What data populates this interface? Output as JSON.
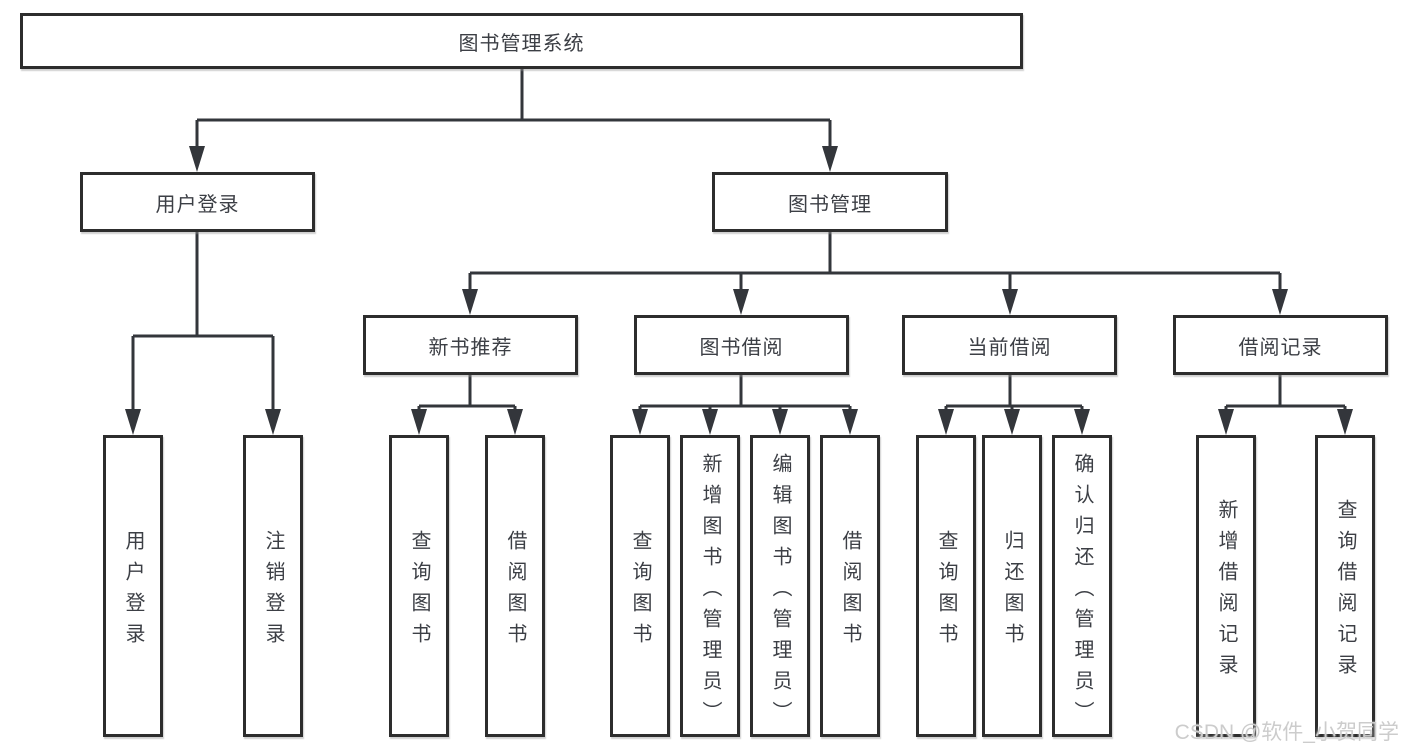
{
  "root": {
    "label": "图书管理系统"
  },
  "tree": [
    {
      "label": "用户登录",
      "children": [
        {
          "label": "用户登录"
        },
        {
          "label": "注销登录"
        }
      ]
    },
    {
      "label": "图书管理",
      "children": [
        {
          "label": "新书推荐",
          "children": [
            {
              "label": "查询图书"
            },
            {
              "label": "借阅图书"
            }
          ]
        },
        {
          "label": "图书借阅",
          "children": [
            {
              "label": "查询图书"
            },
            {
              "label": "新增图书（管理员）"
            },
            {
              "label": "编辑图书（管理员）"
            },
            {
              "label": "借阅图书"
            }
          ]
        },
        {
          "label": "当前借阅",
          "children": [
            {
              "label": "查询图书"
            },
            {
              "label": "归还图书"
            },
            {
              "label": "确认归还（管理员）"
            }
          ]
        },
        {
          "label": "借阅记录",
          "children": [
            {
              "label": "新增借阅记录"
            },
            {
              "label": "查询借阅记录"
            }
          ]
        }
      ]
    }
  ],
  "watermark": {
    "text": "CSDN @软件_小贺同学"
  },
  "colors": {
    "line": "#33363b",
    "border": "#2d2d2d",
    "text": "#3c3f45",
    "background": "#ffffff",
    "watermark": "#cccccc"
  }
}
